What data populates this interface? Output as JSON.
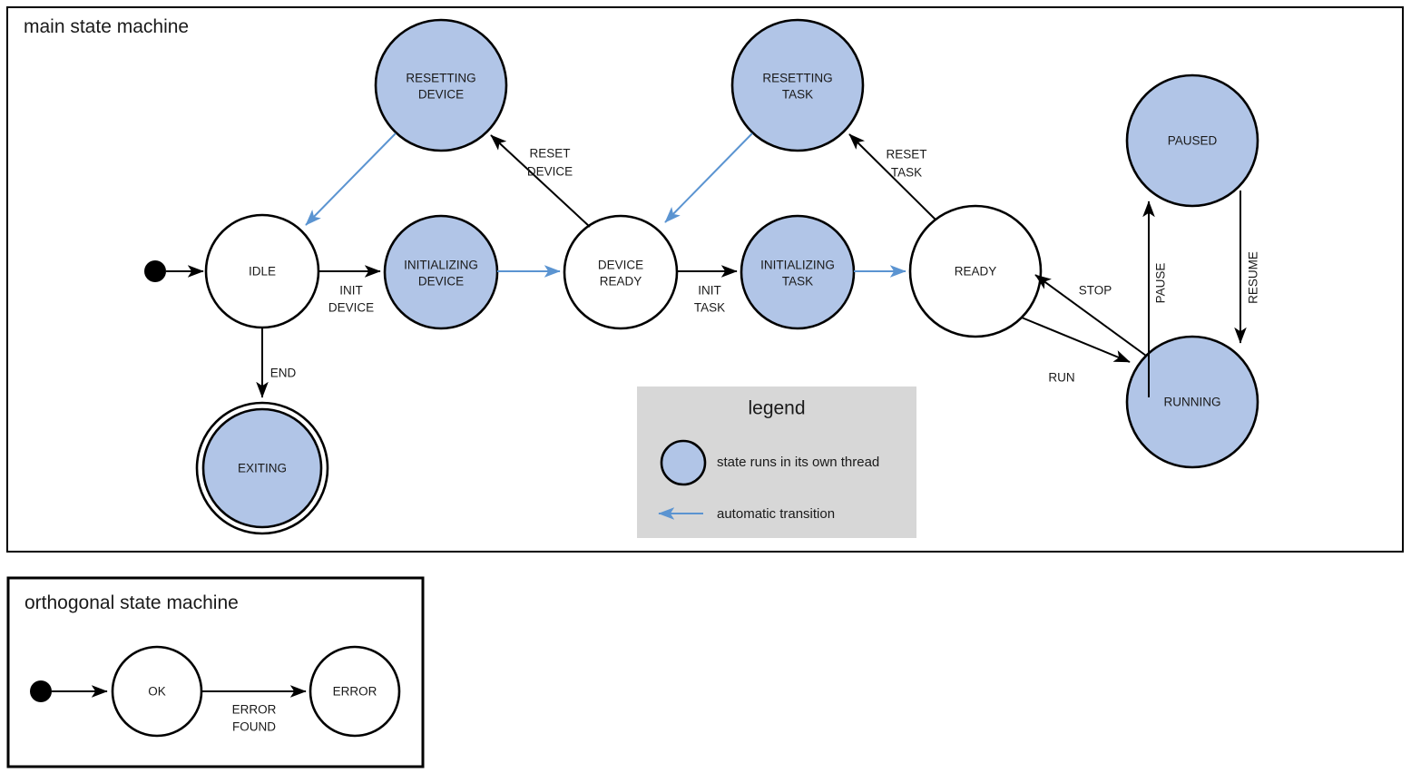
{
  "colors": {
    "threaded_state_fill": "#b1c5e7",
    "plain_state_fill": "#ffffff",
    "state_stroke": "#000000",
    "auto_transition": "#5b94d1",
    "legend_background": "#d7d7d7",
    "page_background": "#ffffff"
  },
  "main_machine": {
    "title": "main state machine",
    "states": [
      {
        "id": "idle",
        "label_line1": "IDLE",
        "label_line2": "",
        "threaded": false,
        "final": false
      },
      {
        "id": "initializing-device",
        "label_line1": "INITIALIZING",
        "label_line2": "DEVICE",
        "threaded": true,
        "final": false
      },
      {
        "id": "resetting-device",
        "label_line1": "RESETTING",
        "label_line2": "DEVICE",
        "threaded": true,
        "final": false
      },
      {
        "id": "device-ready",
        "label_line1": "DEVICE",
        "label_line2": "READY",
        "threaded": false,
        "final": false
      },
      {
        "id": "initializing-task",
        "label_line1": "INITIALIZING",
        "label_line2": "TASK",
        "threaded": true,
        "final": false
      },
      {
        "id": "resetting-task",
        "label_line1": "RESETTING",
        "label_line2": "TASK",
        "threaded": true,
        "final": false
      },
      {
        "id": "ready",
        "label_line1": "READY",
        "label_line2": "",
        "threaded": false,
        "final": false
      },
      {
        "id": "paused",
        "label_line1": "PAUSED",
        "label_line2": "",
        "threaded": true,
        "final": false
      },
      {
        "id": "running",
        "label_line1": "RUNNING",
        "label_line2": "",
        "threaded": true,
        "final": false
      },
      {
        "id": "exiting",
        "label_line1": "EXITING",
        "label_line2": "",
        "threaded": true,
        "final": true
      }
    ],
    "transitions": [
      {
        "id": "start-to-idle",
        "label_line1": "",
        "label_line2": "",
        "automatic": false
      },
      {
        "id": "idle-to-initializing-device",
        "label_line1": "INIT",
        "label_line2": "DEVICE",
        "automatic": false
      },
      {
        "id": "initializing-device-to-device-ready",
        "label_line1": "",
        "label_line2": "",
        "automatic": true
      },
      {
        "id": "device-ready-to-resetting-device",
        "label_line1": "RESET",
        "label_line2": "DEVICE",
        "automatic": false
      },
      {
        "id": "resetting-device-to-idle",
        "label_line1": "",
        "label_line2": "",
        "automatic": true
      },
      {
        "id": "device-ready-to-initializing-task",
        "label_line1": "INIT",
        "label_line2": "TASK",
        "automatic": false
      },
      {
        "id": "initializing-task-to-ready",
        "label_line1": "",
        "label_line2": "",
        "automatic": true
      },
      {
        "id": "ready-to-resetting-task",
        "label_line1": "RESET",
        "label_line2": "TASK",
        "automatic": false
      },
      {
        "id": "resetting-task-to-device-ready",
        "label_line1": "",
        "label_line2": "",
        "automatic": true
      },
      {
        "id": "ready-to-running",
        "label_line1": "RUN",
        "label_line2": "",
        "automatic": false
      },
      {
        "id": "running-to-ready",
        "label_line1": "STOP",
        "label_line2": "",
        "automatic": false
      },
      {
        "id": "running-to-paused",
        "label_line1": "PAUSE",
        "label_line2": "",
        "automatic": false
      },
      {
        "id": "paused-to-running",
        "label_line1": "RESUME",
        "label_line2": "",
        "automatic": false
      },
      {
        "id": "idle-to-exiting",
        "label_line1": "END",
        "label_line2": "",
        "automatic": false
      }
    ]
  },
  "legend": {
    "title": "legend",
    "items": [
      {
        "id": "threaded-state",
        "text": "state runs in its own thread",
        "kind": "circle"
      },
      {
        "id": "automatic-transition",
        "text": "automatic transition",
        "kind": "arrow"
      }
    ]
  },
  "orthogonal_machine": {
    "title": "orthogonal state machine",
    "states": [
      {
        "id": "ok",
        "label_line1": "OK",
        "label_line2": "",
        "threaded": false,
        "final": false
      },
      {
        "id": "error",
        "label_line1": "ERROR",
        "label_line2": "",
        "threaded": false,
        "final": false
      }
    ],
    "transitions": [
      {
        "id": "start-to-ok",
        "label_line1": "",
        "label_line2": "",
        "automatic": false
      },
      {
        "id": "ok-to-error",
        "label_line1": "ERROR",
        "label_line2": "FOUND",
        "automatic": false
      }
    ]
  }
}
